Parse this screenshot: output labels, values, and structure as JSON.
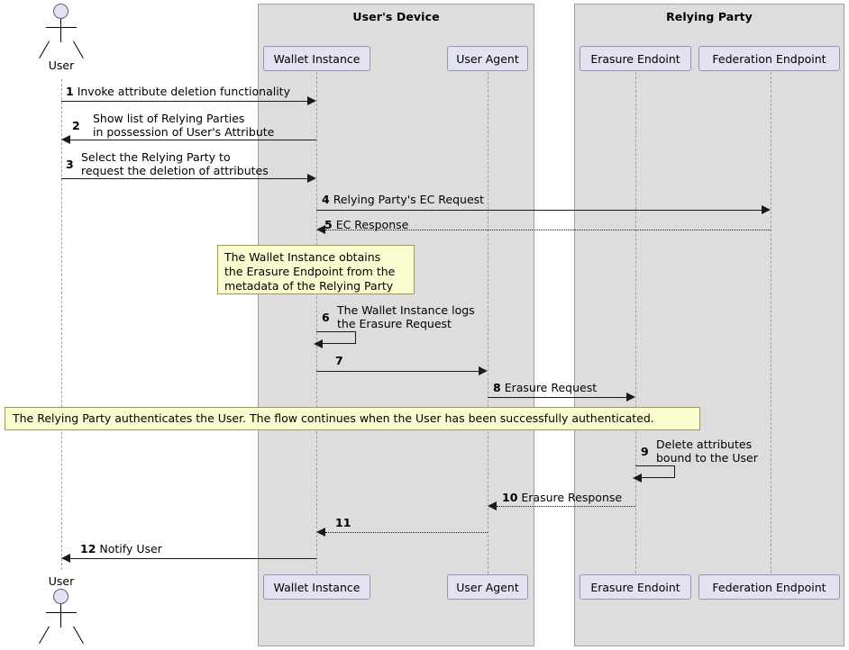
{
  "diagram": {
    "title": "Attribute deletion (erasure) sequence",
    "type": "uml-sequence-diagram",
    "colors": {
      "group_fill": "#DDDDDD",
      "group_border": "#A0A0A0",
      "participant_fill": "#E2E2F0",
      "participant_border": "#9494B8",
      "note_fill": "#FBFBD0",
      "note_border": "#9C9C52",
      "line": "#1A1A1A"
    }
  },
  "groups": [
    {
      "name": "users-device",
      "title": "User's Device"
    },
    {
      "name": "relying-party",
      "title": "Relying Party"
    }
  ],
  "actor": {
    "label_top": "User",
    "label_bottom": "User"
  },
  "participants": [
    {
      "name": "wallet-instance",
      "label": "Wallet Instance"
    },
    {
      "name": "user-agent",
      "label": "User Agent"
    },
    {
      "name": "erasure-endpoint",
      "label": "Erasure Endoint"
    },
    {
      "name": "federation-endpoint",
      "label": "Federation Endpoint"
    }
  ],
  "messages": [
    {
      "num": "1",
      "text": "Invoke attribute deletion functionality",
      "from": "User",
      "to": "Wallet Instance",
      "style": "solid",
      "dir": "right"
    },
    {
      "num": "2",
      "text": "Show list of Relying Parties\nin possession of User's Attribute",
      "from": "Wallet Instance",
      "to": "User",
      "style": "solid",
      "dir": "left"
    },
    {
      "num": "3",
      "text": "Select the Relying Party to\nrequest the deletion of attributes",
      "from": "User",
      "to": "Wallet Instance",
      "style": "solid",
      "dir": "right"
    },
    {
      "num": "4",
      "text": "Relying Party's EC Request",
      "from": "Wallet Instance",
      "to": "Federation Endpoint",
      "style": "solid",
      "dir": "right"
    },
    {
      "num": "5",
      "text": "EC Response",
      "from": "Federation Endpoint",
      "to": "Wallet Instance",
      "style": "dotted",
      "dir": "left"
    },
    {
      "num": "6",
      "text": "The Wallet Instance logs\nthe Erasure Request",
      "from": "Wallet Instance",
      "to": "Wallet Instance",
      "style": "solid",
      "dir": "self"
    },
    {
      "num": "7",
      "text": "",
      "from": "Wallet Instance",
      "to": "User Agent",
      "style": "solid",
      "dir": "right"
    },
    {
      "num": "8",
      "text": "Erasure Request",
      "from": "User Agent",
      "to": "Erasure Endoint",
      "style": "solid",
      "dir": "right"
    },
    {
      "num": "9",
      "text": "Delete attributes\nbound to the User",
      "from": "Erasure Endoint",
      "to": "Erasure Endoint",
      "style": "solid",
      "dir": "self"
    },
    {
      "num": "10",
      "text": "Erasure Response",
      "from": "Erasure Endoint",
      "to": "User Agent",
      "style": "dotted",
      "dir": "left"
    },
    {
      "num": "11",
      "text": "",
      "from": "User Agent",
      "to": "Wallet Instance",
      "style": "dotted",
      "dir": "left"
    },
    {
      "num": "12",
      "text": "Notify User",
      "from": "Wallet Instance",
      "to": "User",
      "style": "solid",
      "dir": "left"
    }
  ],
  "labels": {
    "m1": "1",
    "m1t": "Invoke attribute deletion functionality",
    "m2": "2",
    "m2a": "Show list of Relying Parties",
    "m2b": "in possession of User's Attribute",
    "m3": "3",
    "m3a": "Select the Relying Party to",
    "m3b": "request the deletion of attributes",
    "m4": "4",
    "m4t": "Relying Party's EC Request",
    "m5": "5",
    "m5t": "EC Response",
    "m6": "6",
    "m6a": "The Wallet Instance logs",
    "m6b": "the Erasure Request",
    "m7": "7",
    "m8": "8",
    "m8t": "Erasure Request",
    "m9": "9",
    "m9a": "Delete attributes",
    "m9b": "bound to the User",
    "m10": "10",
    "m10t": "Erasure Response",
    "m11": "11",
    "m12": "12",
    "m12t": "Notify User"
  },
  "notes": [
    {
      "name": "note-erasure-endpoint-metadata",
      "lines": [
        "The Wallet Instance obtains",
        "the Erasure Endpoint from the",
        "metadata of the Relying Party"
      ],
      "line1": "The Wallet Instance obtains",
      "line2": "the Erasure Endpoint from the",
      "line3": "metadata of the Relying Party"
    },
    {
      "name": "note-authentication",
      "line1": "The Relying Party authenticates the User. The flow continues when the User has been successfully authenticated."
    }
  ]
}
